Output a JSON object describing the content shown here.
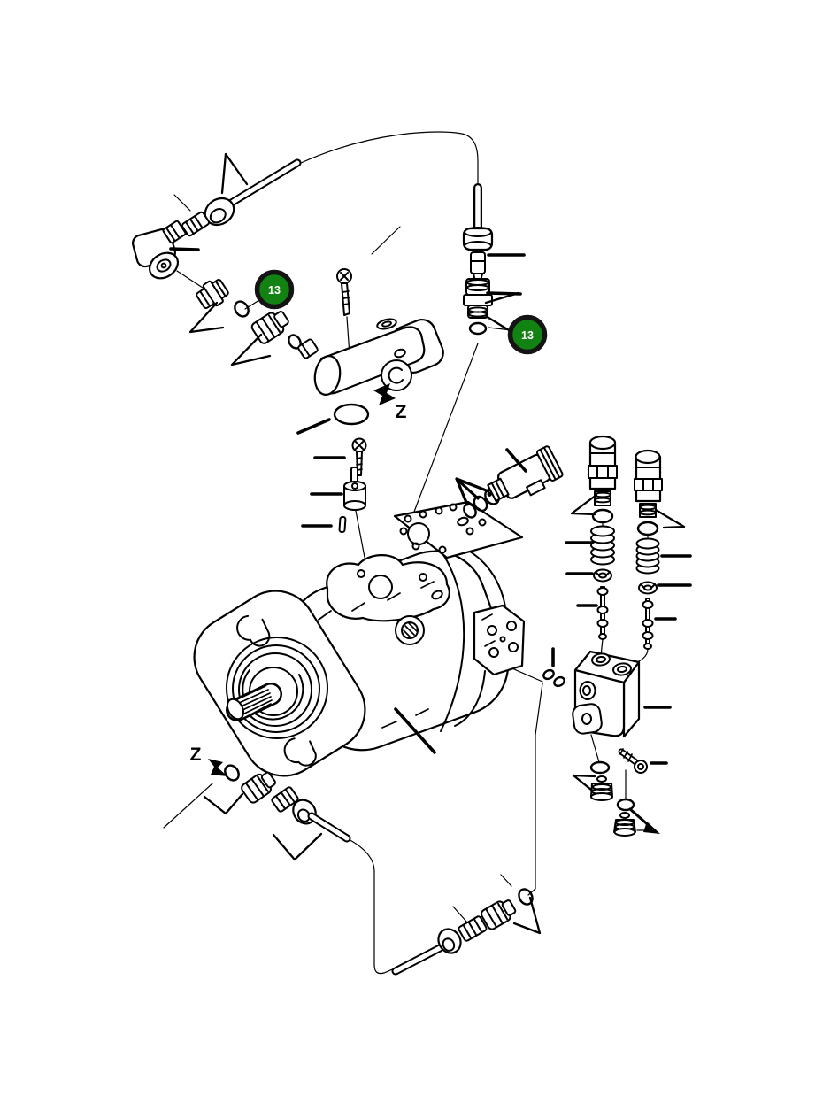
{
  "diagram": {
    "type": "exploded-parts-diagram",
    "subject": "hydraulic-piston-pump-assembly",
    "background": "#ffffff",
    "line_color": "#000000",
    "badge_style": {
      "fill": "#128212",
      "ring": "#141414",
      "text_color": "#ffffff"
    },
    "callouts": {
      "left": {
        "label": "13"
      },
      "right": {
        "label": "13"
      }
    },
    "view_markers": {
      "top": {
        "label": "Z"
      },
      "bottom": {
        "label": "Z"
      }
    }
  }
}
